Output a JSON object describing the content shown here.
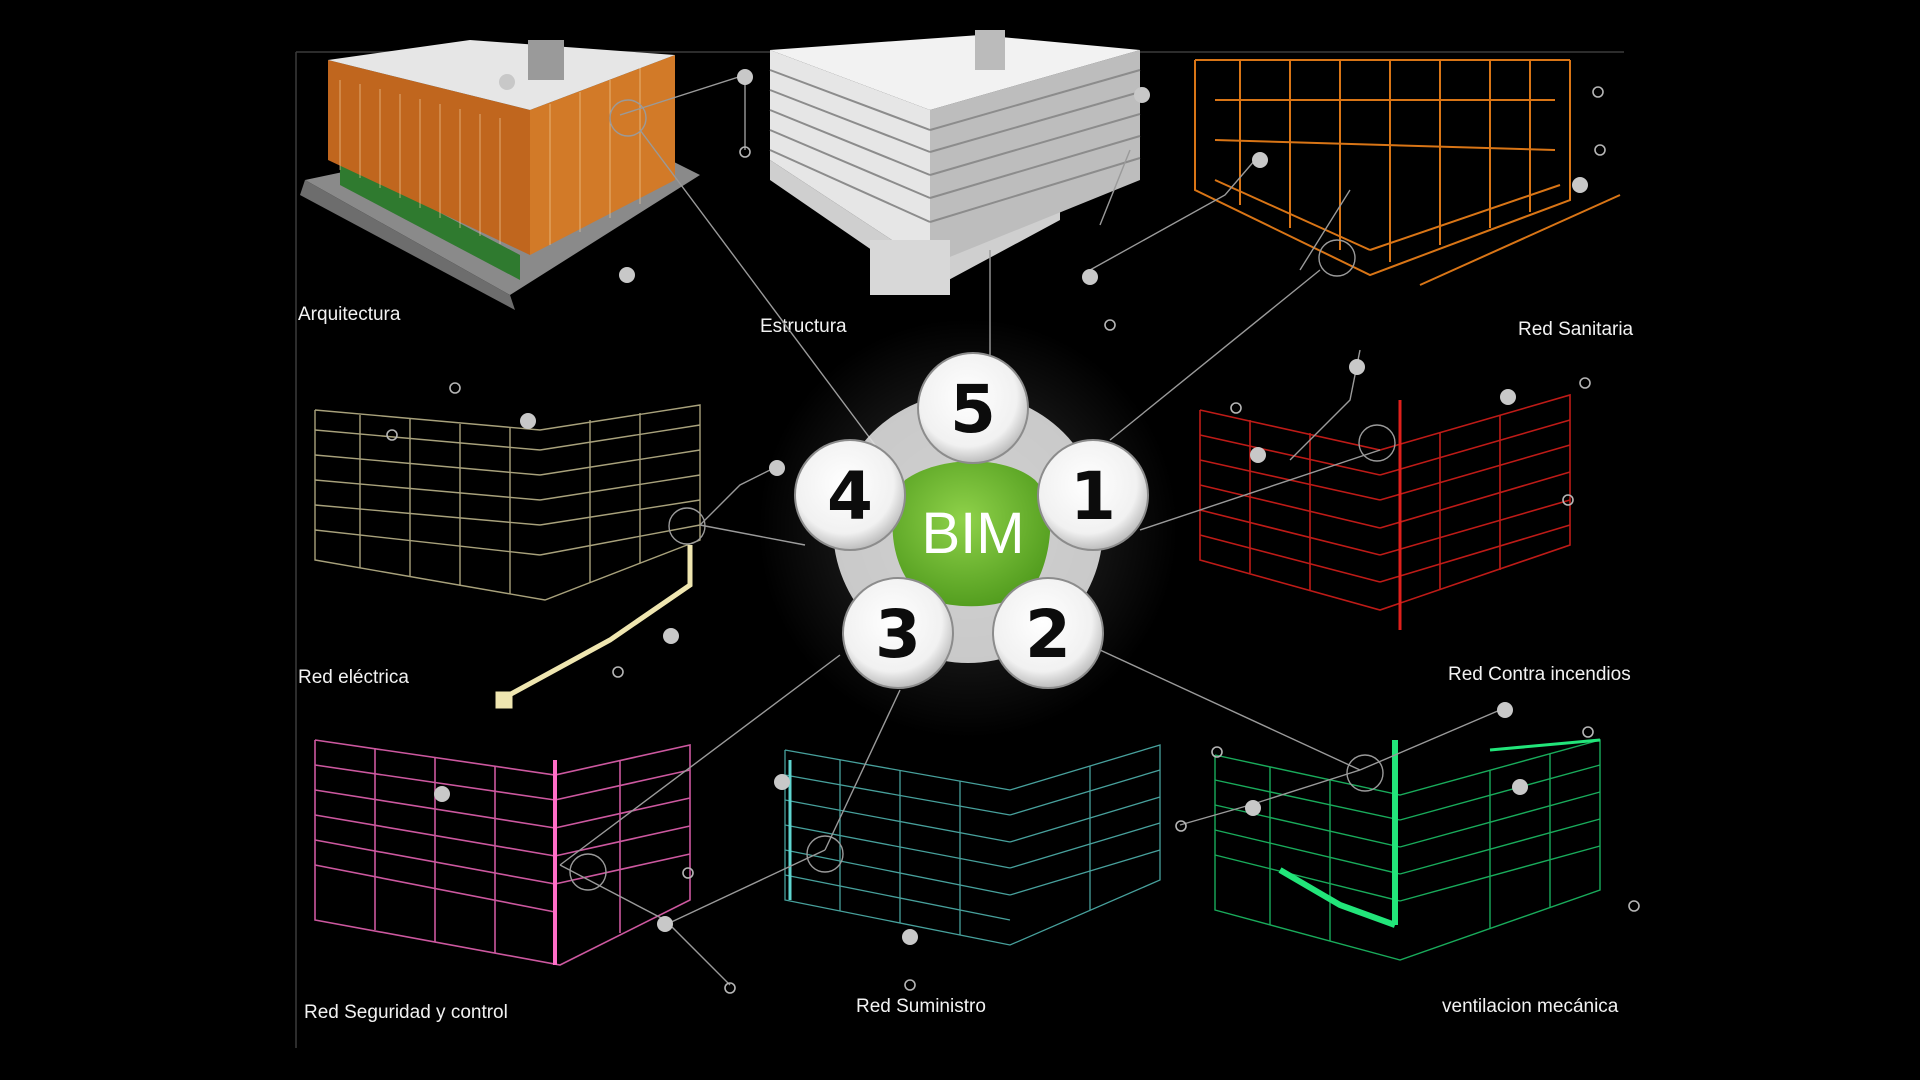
{
  "hub": {
    "center_label": "BIM",
    "numbers": [
      "5",
      "1",
      "2",
      "3",
      "4"
    ],
    "accent_color": "#6fb52e"
  },
  "panels": [
    {
      "label": "Arquitectura",
      "color": "#d9822b"
    },
    {
      "label": "Estructura",
      "color": "#d9d9d9"
    },
    {
      "label": "Red Sanitaria",
      "color": "#ff8a1a"
    },
    {
      "label": "Red eléctrica",
      "color": "#efe6b0"
    },
    {
      "label": "Red Contra incendios",
      "color": "#e0201c"
    },
    {
      "label": "Red Seguridad y control",
      "color": "#ff6ec7"
    },
    {
      "label": "Red Suministro",
      "color": "#5fd6d0"
    },
    {
      "label": "ventilacion mecánica",
      "color": "#22e57a"
    }
  ]
}
